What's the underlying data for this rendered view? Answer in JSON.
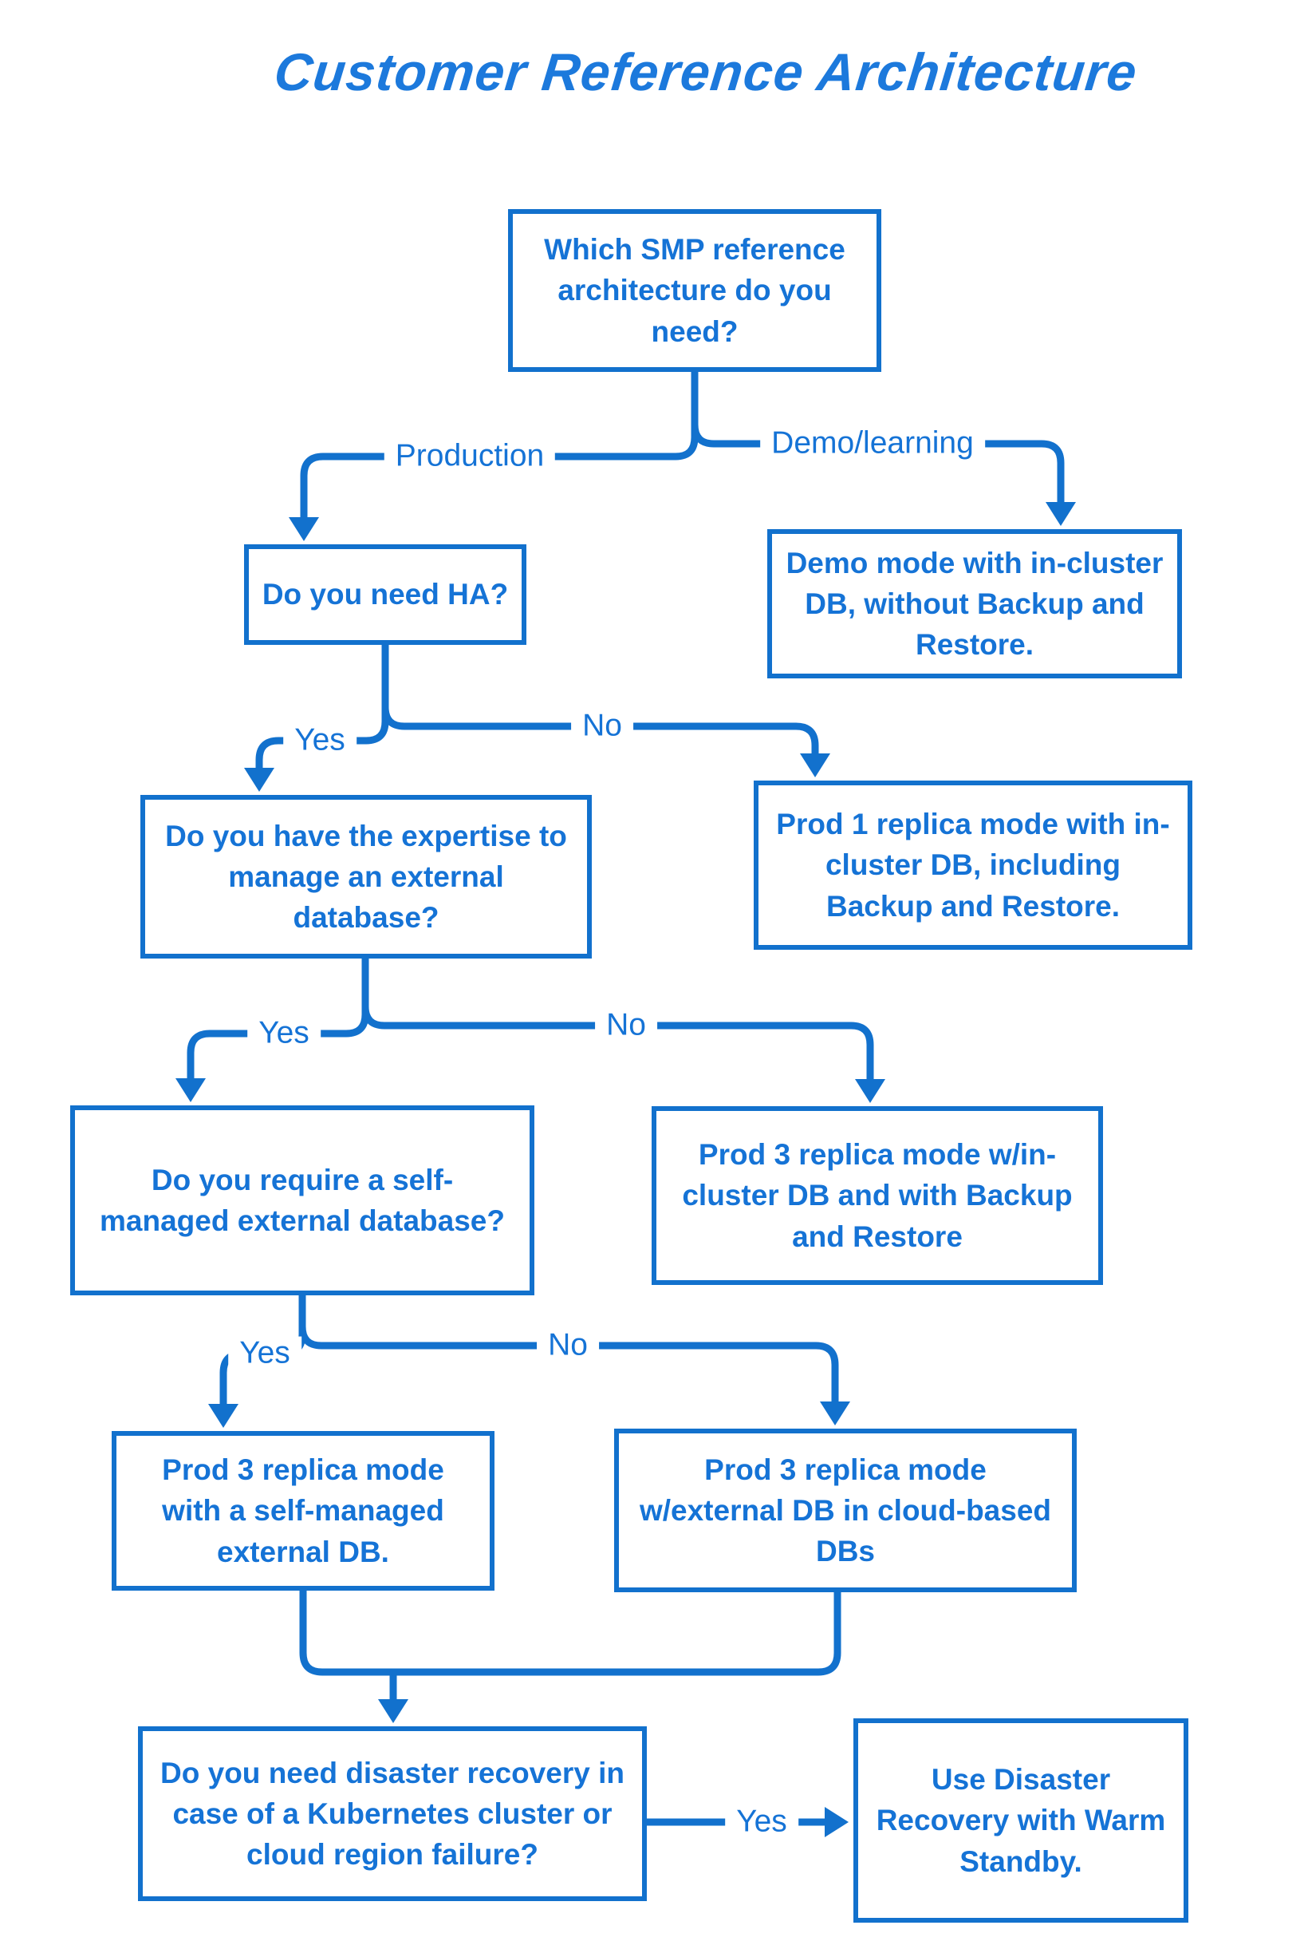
{
  "title": "Customer Reference Architecture",
  "colors": {
    "line": "#1271CD",
    "node_text": "#1573D6",
    "title_text": "#1C79DC",
    "background": "#FFFFFF"
  },
  "nodes": {
    "root": {
      "text": "Which SMP reference architecture do you need?"
    },
    "need_ha": {
      "text": "Do you need HA?"
    },
    "demo_mode": {
      "text": "Demo mode with in-cluster DB, without Backup and Restore."
    },
    "expertise": {
      "text": "Do you have the expertise to manage an external database?"
    },
    "prod1_incluster": {
      "text": "Prod 1 replica mode with in-cluster DB, including Backup and Restore."
    },
    "self_managed_question": {
      "text": "Do you require a self-managed external database?"
    },
    "prod3_incluster": {
      "text": "Prod 3 replica mode w/in-cluster DB and with Backup and Restore"
    },
    "prod3_self_managed": {
      "text": "Prod 3 replica mode with a self-managed external DB."
    },
    "prod3_cloud": {
      "text": "Prod 3 replica mode w/external DB in cloud-based DBs"
    },
    "disaster_recovery_question": {
      "text": "Do you need disaster recovery in case of a Kubernetes cluster or cloud region failure?"
    },
    "warm_standby": {
      "text": "Use Disaster Recovery with Warm Standby."
    }
  },
  "edge_labels": {
    "production": "Production",
    "demo_learning": "Demo/learning",
    "need_ha_yes": "Yes",
    "need_ha_no": "No",
    "expertise_yes": "Yes",
    "expertise_no": "No",
    "self_managed_yes": "Yes",
    "self_managed_no": "No",
    "disaster_recovery_yes": "Yes"
  }
}
